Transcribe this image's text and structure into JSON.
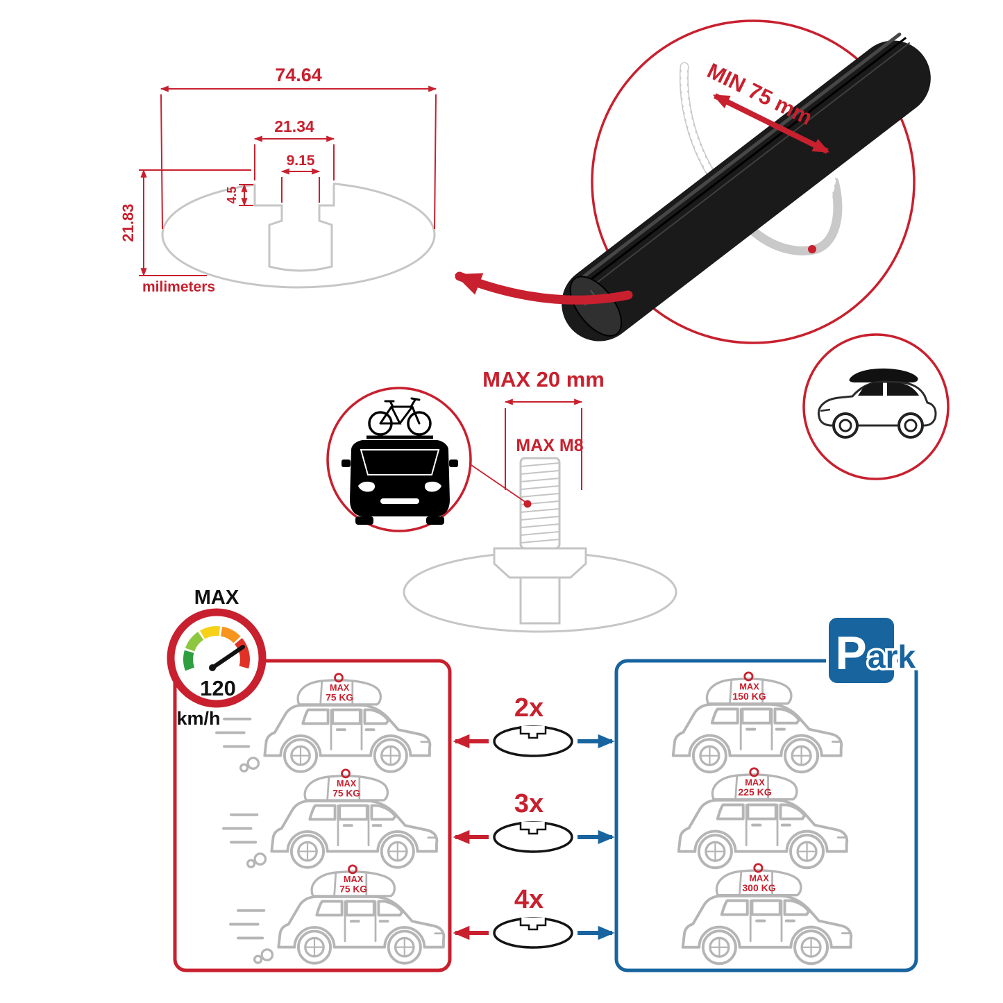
{
  "accent": {
    "red": "#c8202e",
    "blue": "#17649f",
    "gray": "#c6c6c6"
  },
  "profile_drawing": {
    "width_total": "74.64",
    "width_channel": "21.34",
    "width_slot": "9.15",
    "depth_step": "4.5",
    "height_total": "21.83",
    "units": "milimeters"
  },
  "clamp_detail": {
    "min_length": "MIN 75 mm"
  },
  "bolt_detail": {
    "max_length": "MAX 20 mm",
    "max_thread": "MAX M8"
  },
  "speed_limit": {
    "label": "MAX",
    "value": "120",
    "units": "km/h"
  },
  "parking_sign": {
    "letter": "P",
    "suffix": "ark"
  },
  "quantity_rows": [
    {
      "multiplier": "2x",
      "drive_load_max": "MAX",
      "drive_load": "75 KG",
      "park_load_max": "MAX",
      "park_load": "150 KG"
    },
    {
      "multiplier": "3x",
      "drive_load_max": "MAX",
      "drive_load": "75 KG",
      "park_load_max": "MAX",
      "park_load": "225 KG"
    },
    {
      "multiplier": "4x",
      "drive_load_max": "MAX",
      "drive_load": "75 KG",
      "park_load_max": "MAX",
      "park_load": "300 KG"
    }
  ]
}
